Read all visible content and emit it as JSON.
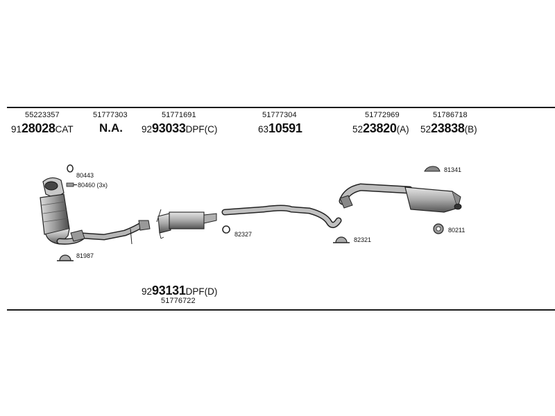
{
  "header_parts": [
    {
      "oem": "55223357",
      "prefix": "91",
      "number": "28028",
      "suffix": "CAT"
    },
    {
      "oem": "51777303",
      "prefix": "",
      "number": "N.A.",
      "suffix": ""
    },
    {
      "oem": "51771691",
      "prefix": "92",
      "number": "93033",
      "suffix": "DPF(C)"
    },
    {
      "oem": "51777304",
      "prefix": "63",
      "number": "10591",
      "suffix": ""
    },
    {
      "oem": "51772969",
      "prefix": "52",
      "number": "23820",
      "suffix": "(A)"
    },
    {
      "oem": "51786718",
      "prefix": "52",
      "number": "23838",
      "suffix": "(B)"
    }
  ],
  "fittings": {
    "f80443": "80443",
    "f80460": "80460 (3x)",
    "f81987": "81987",
    "f82327": "82327",
    "f82321": "82321",
    "f81341": "81341",
    "f80211": "80211"
  },
  "bottom_part": {
    "prefix": "92",
    "number": "93131",
    "suffix": "DPF(D)",
    "oem": "51776722"
  }
}
